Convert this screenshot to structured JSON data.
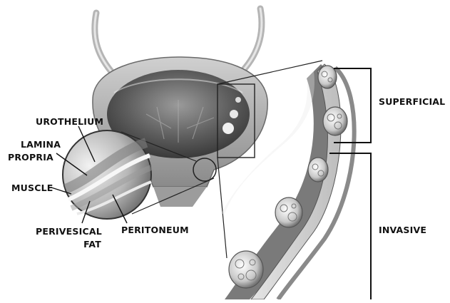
{
  "labels": {
    "urothelium": "UROTHELIUM",
    "lamina": "LAMINA",
    "propria": "PROPRIA",
    "muscle": "MUSCLE",
    "perivesical": "PERIVESICAL",
    "fat": "FAT",
    "peritoneum": "PERITONEUM",
    "superficial": "SUPERFICIAL",
    "invasive": "INVASIVE"
  }
}
